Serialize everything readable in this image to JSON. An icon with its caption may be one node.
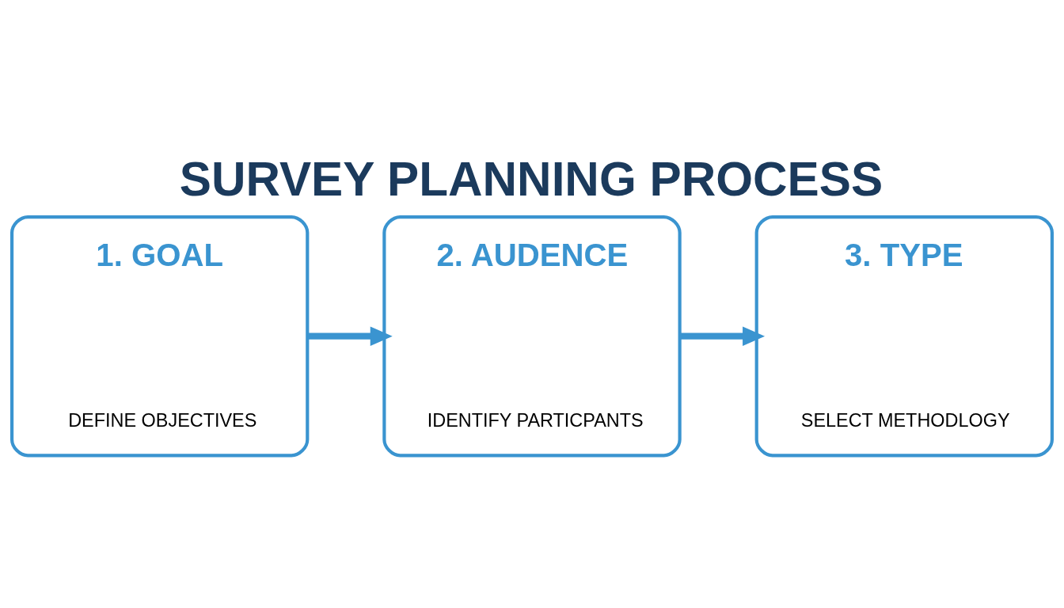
{
  "diagram": {
    "title": "SURVEY PLANNING PROCESS",
    "nodes": [
      {
        "text": [
          "1. GOAL",
          "DEFINE OBJECTIVES"
        ]
      },
      {
        "text": [
          "2. AUDENCE",
          "IDENTIFY PARTICPANTS"
        ]
      },
      {
        "text": [
          "3. TYPE",
          "SELECT METHODLOGY"
        ]
      }
    ],
    "edges": [
      {
        "from": 0,
        "to": 1,
        "arrow": "to"
      },
      {
        "from": 1,
        "to": 2,
        "arrow": "to"
      }
    ]
  }
}
